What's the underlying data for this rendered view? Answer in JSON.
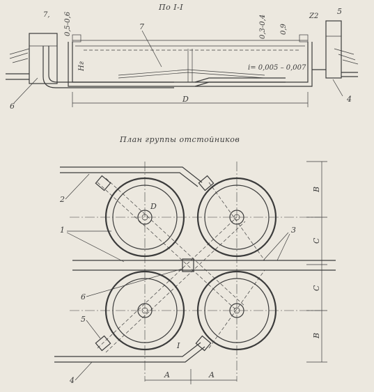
{
  "section": {
    "title": "По I-I",
    "dims": {
      "freeboard": "0,5-0,6",
      "top": "0,3-0,4",
      "depth_right": "0,9",
      "height": "Hг",
      "slope": "i= 0,005 – 0,007",
      "diameter": "D",
      "level_left": "7,",
      "level_right": "Z2"
    },
    "labels": {
      "n7": "7",
      "n5": "5",
      "n6": "6",
      "n4": "4"
    }
  },
  "plan": {
    "title": "План группы отстойников",
    "circle_label": "D",
    "labels": {
      "n1": "1",
      "n2": "2",
      "n3": "3",
      "n4": "4",
      "n5": "5",
      "n6": "6",
      "nI": "I"
    },
    "dims_v": [
      "B",
      "C",
      "C",
      "B"
    ],
    "dims_h": [
      "A",
      "A"
    ]
  },
  "colors": {
    "ink": "#3b3b3b",
    "paper": "#ece8df"
  }
}
